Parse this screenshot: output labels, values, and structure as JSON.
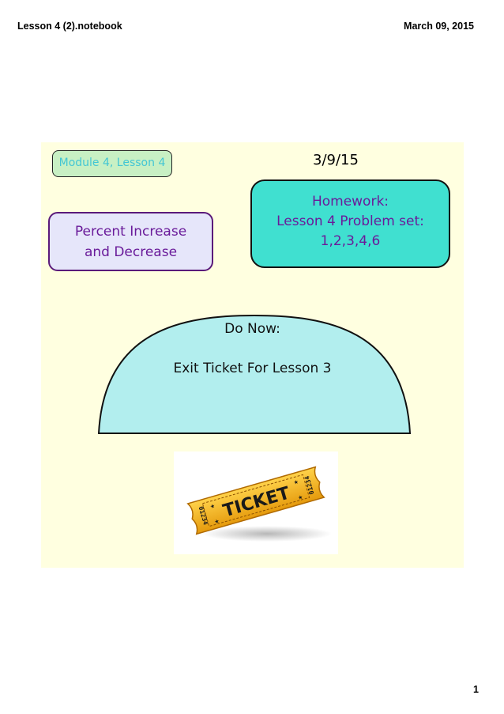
{
  "header": {
    "file_name": "Lesson 4 (2).notebook",
    "date": "March 09, 2015"
  },
  "slide": {
    "module_label": "Module 4, Lesson 4",
    "date": "3/9/15",
    "topic_line1": "Percent Increase",
    "topic_line2": "and Decrease",
    "homework_line1": "Homework:",
    "homework_line2": "Lesson 4 Problem set:",
    "homework_line3": "1,2,3,4,6",
    "do_now_title": "Do Now:",
    "do_now_body": "Exit Ticket For Lesson 3",
    "ticket_word": "TICKET",
    "ticket_number": "01234"
  },
  "footer": {
    "page_number": "1"
  },
  "colors": {
    "slide_bg": "#ffffe0",
    "module_bg": "#c8f0c4",
    "topic_bg": "#e6e6fa",
    "homework_bg": "#40e0d0",
    "donow_bg": "#b2eeee",
    "ticket_gold": "#f5b21b"
  }
}
